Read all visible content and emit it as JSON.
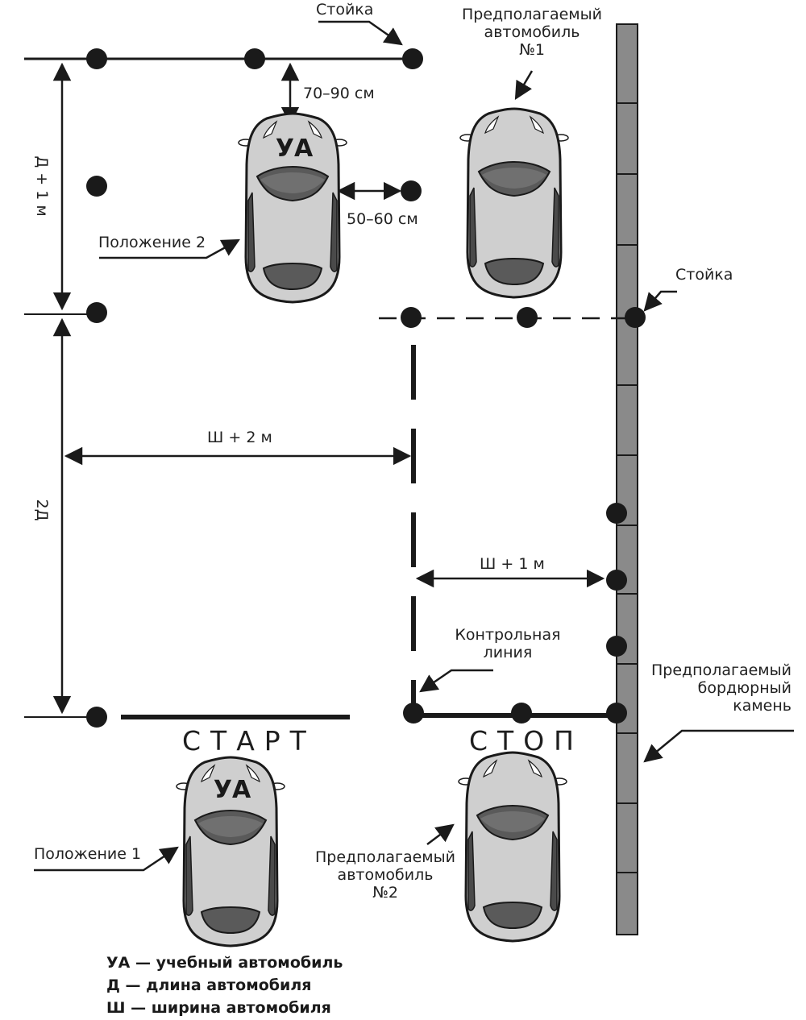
{
  "labels": {
    "post_top": "Стойка",
    "post_right": "Стойка",
    "car1": [
      "Предполагаемый",
      "автомобиль",
      "№1"
    ],
    "car2": [
      "Предполагаемый",
      "автомобиль",
      "№2"
    ],
    "gap_front": "70–90 см",
    "gap_side": "50–60 см",
    "position2": "Положение 2",
    "position1": "Положение 1",
    "dim_d1": "Д + 1 м",
    "dim_2d": "2Д",
    "dim_w2": "Ш + 2 м",
    "dim_w1": "Ш + 1 м",
    "control_line": [
      "Контрольная",
      "линия"
    ],
    "curb": [
      "Предполагаемый",
      "бордюрный",
      "камень"
    ],
    "start": "СТАРТ",
    "stop": "СТОП",
    "car_mark": "УА"
  },
  "legend": [
    "УА — учебный автомобиль",
    "Д — длина автомобиля",
    "Ш — ширина автомобиля"
  ],
  "colors": {
    "line": "#1a1a1a",
    "curb_fill": "#8a8a8a",
    "car_body": "#cfcfcf",
    "car_dark": "#5a5a5a"
  }
}
